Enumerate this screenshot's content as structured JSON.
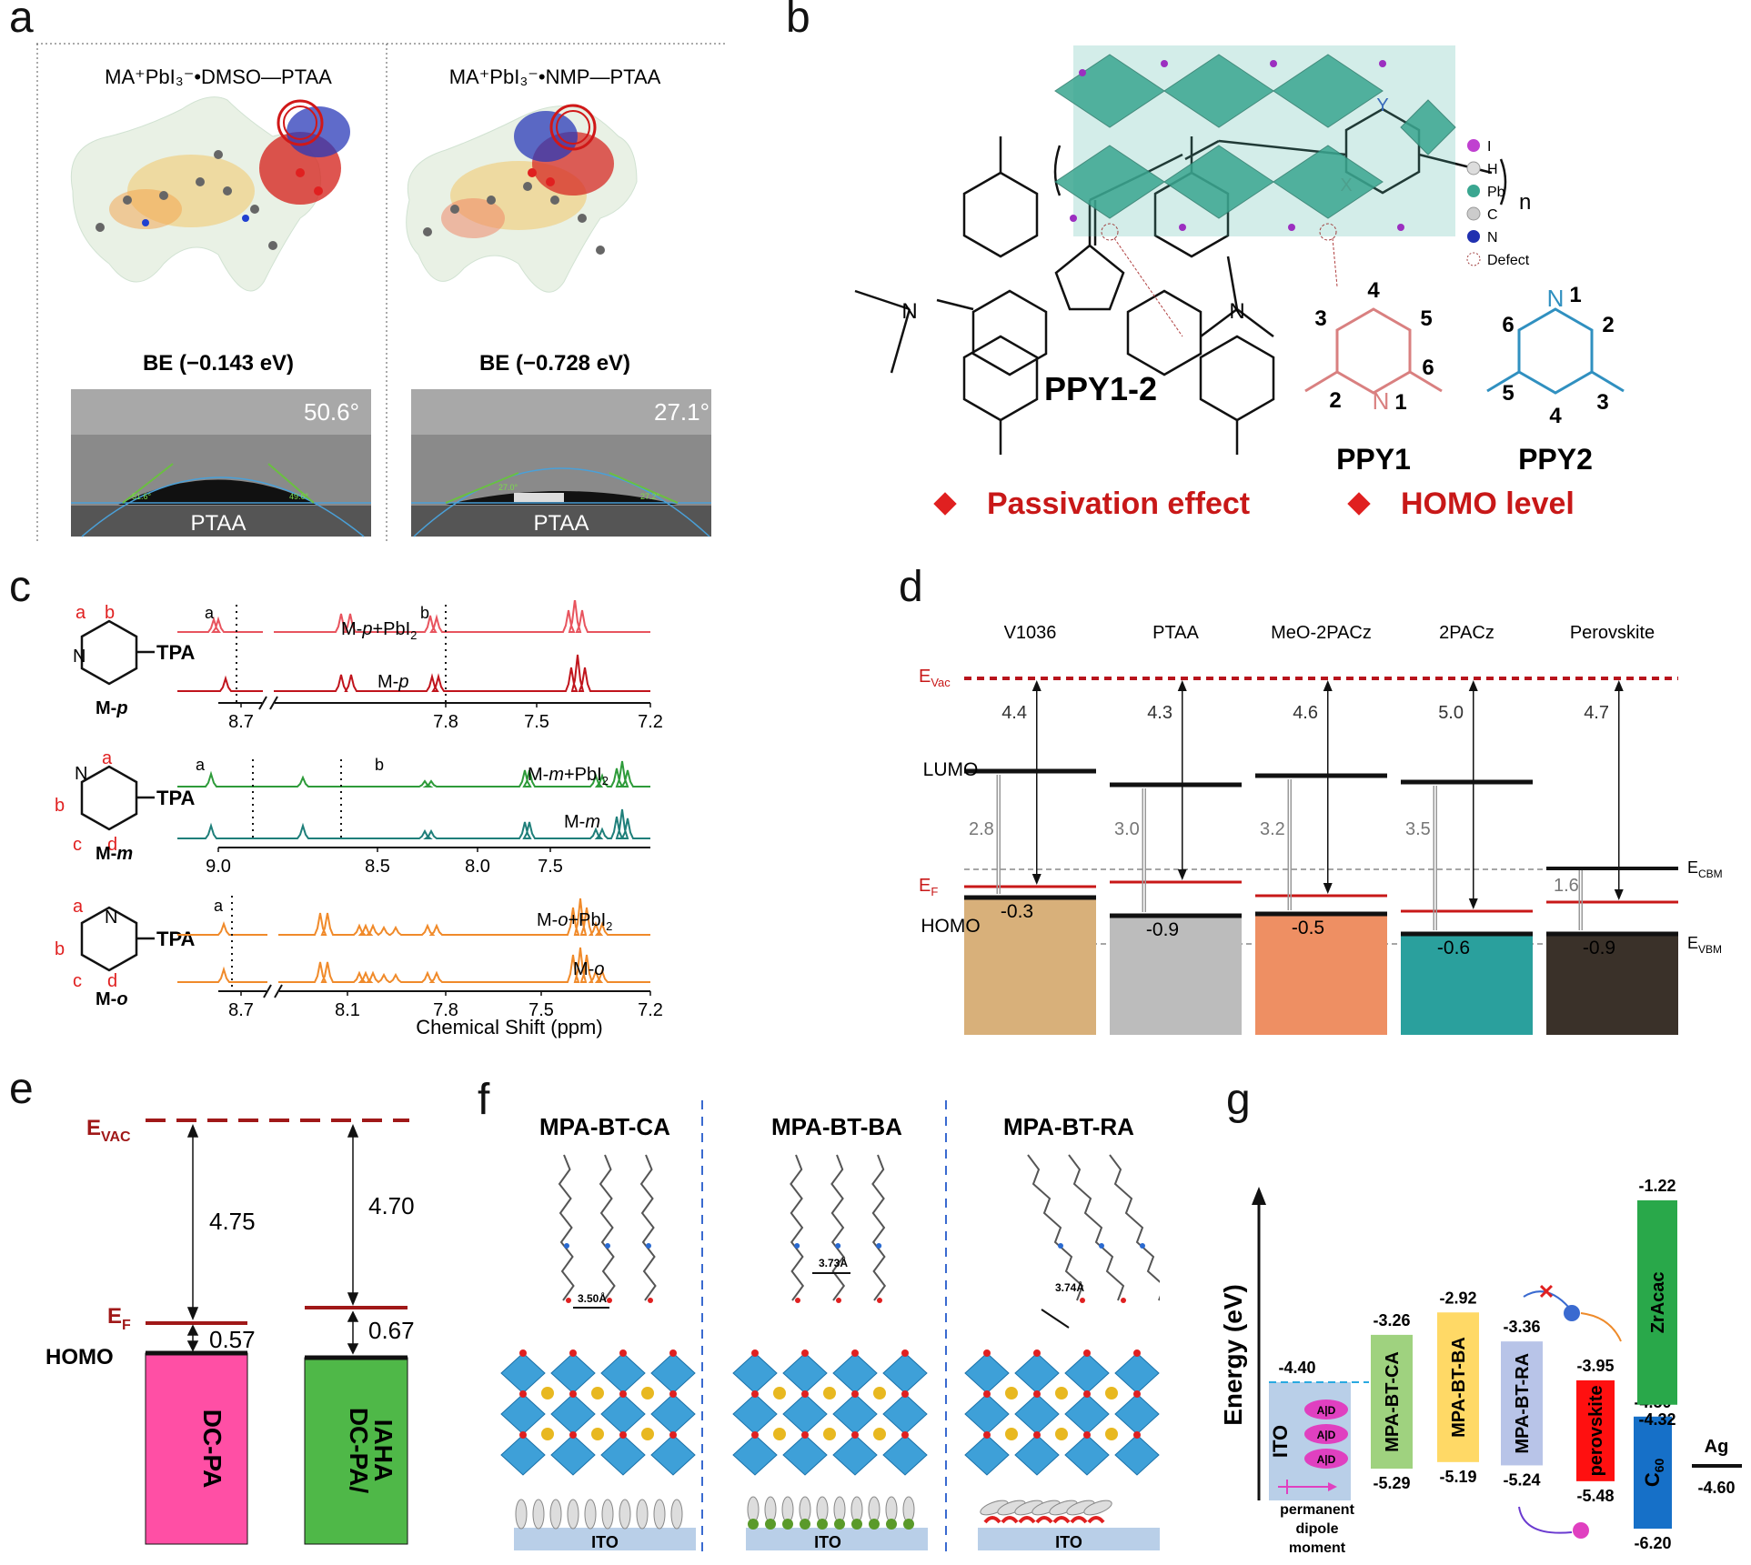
{
  "colors": {
    "dark_red": "#b00000",
    "red": "#c8102e",
    "pink": "#ff4fa5",
    "green": "#4fb848",
    "teal": "#2a9a9a",
    "orange": "#ee8a4a",
    "tan": "#d8b07a",
    "gray": "#bcbcbc",
    "dark": "#3a3129"
  },
  "a": {
    "letter": "a",
    "left_title": "MA⁺PbI₃⁻•DMSO—PTAA",
    "right_title": "MA⁺PbI₃⁻•NMP—PTAA",
    "left_be": "BE (−0.143 eV)",
    "right_be": "BE (−0.728 eV)",
    "left_angle": "50.6°",
    "right_angle": "27.1°",
    "left_small_l": "51.6°",
    "left_small_r": "49.6°",
    "right_small_l": "27.0°",
    "right_small_r": "27.2°",
    "substrate": "PTAA"
  },
  "b": {
    "letter": "b",
    "name": "PPY1-2",
    "ppy1": "PPY1",
    "ppy2": "PPY2",
    "n": "n",
    "x": "X",
    "y": "Y",
    "N": "N",
    "bullet1": "Passivation effect",
    "bullet2": "HOMO level",
    "legend": [
      "I",
      "H",
      "Pb",
      "C",
      "N",
      "Defect"
    ],
    "ppy1_nums": [
      "4",
      "3",
      "5",
      "6",
      "2",
      "1"
    ],
    "ppy2_nums": [
      "1",
      "6",
      "2",
      "5",
      "4",
      "3"
    ]
  },
  "c": {
    "letter": "c",
    "xlabel": "Chemical Shift (ppm)",
    "tpa": "TPA",
    "top": {
      "mol": "M-",
      "mol_it": "p",
      "lab1": "M-",
      "lab1_it": "p",
      "lab1_tail": "+PbI",
      "lab2": "M-",
      "lab2_it": "p",
      "ticks": [
        "8.7",
        "7.8",
        "7.5",
        "7.2"
      ],
      "peak_a": "a",
      "peak_b": "b"
    },
    "mid": {
      "mol": "M-",
      "mol_it": "m",
      "lab1": "M-",
      "lab1_it": "m",
      "lab1_tail": "+PbI",
      "lab2": "M-",
      "lab2_it": "m",
      "ticks": [
        "9.0",
        "8.5",
        "8.0",
        "7.5"
      ],
      "peak_a": "a",
      "peak_b": "b"
    },
    "bot": {
      "mol": "M-",
      "mol_it": "o",
      "lab1": "M-",
      "lab1_it": "o",
      "lab1_tail": "+PbI",
      "lab2": "M-",
      "lab2_it": "o",
      "ticks": [
        "8.7",
        "8.1",
        "7.8",
        "7.5",
        "7.2"
      ],
      "peak_a": "a"
    },
    "sub2": "2",
    "atom_labels": {
      "a": "a",
      "b": "b",
      "c": "c",
      "d": "d",
      "N": "N"
    }
  },
  "d": {
    "letter": "d",
    "columns": [
      "V1036",
      "PTAA",
      "MeO-2PACz",
      "2PACz",
      "Perovskite"
    ],
    "evac": "E",
    "evac_sub": "Vac",
    "ef": "E",
    "ef_sub": "F",
    "ecbm": "E",
    "ecbm_sub": "CBM",
    "evbm": "E",
    "evbm_sub": "VBM",
    "lumo": "LUMO",
    "homo": "HOMO",
    "wf": [
      "4.4",
      "4.3",
      "4.6",
      "5.0",
      "4.7"
    ],
    "gaps": [
      "2.8",
      "3.0",
      "3.2",
      "3.5",
      "1.6"
    ],
    "offsets": [
      "-0.3",
      "-0.9",
      "-0.5",
      "-0.6",
      "-0.9"
    ]
  },
  "e": {
    "letter": "e",
    "evac": "E",
    "evac_sub": "VAC",
    "ef": "E",
    "ef_sub": "F",
    "homo": "HOMO",
    "wf1": "4.75",
    "wf2": "4.70",
    "gap1": "0.57",
    "gap2": "0.67",
    "bar1": "DC-PA",
    "bar2a": "DC-PA/",
    "bar2b": "IAHA"
  },
  "f": {
    "letter": "f",
    "titles": [
      "MPA-BT-CA",
      "MPA-BT-BA",
      "MPA-BT-RA"
    ],
    "distances": [
      "3.50Å",
      "3.73Å",
      "3.74Å"
    ],
    "substrate": "ITO"
  },
  "g": {
    "letter": "g",
    "ylabel": "Energy (eV)",
    "ito": "ITO",
    "ito_top": "-4.40",
    "dipole": [
      "permanent",
      "dipole",
      "moment"
    ],
    "ad": "A|D",
    "bars": [
      {
        "name": "MPA-BT-CA",
        "top": "-3.26",
        "bot": "-5.29"
      },
      {
        "name": "MPA-BT-BA",
        "top": "-2.92",
        "bot": "-5.19"
      },
      {
        "name": "MPA-BT-RA",
        "top": "-3.36",
        "bot": "-5.24"
      },
      {
        "name": "perovskite",
        "top": "-3.95",
        "bot": "-5.48"
      },
      {
        "name": "C",
        "name_sub": "60",
        "top": "-4.50",
        "bot": "-6.20"
      },
      {
        "name": "ZrAcac",
        "top": "-1.22",
        "bot": "-4.32"
      }
    ],
    "ag": "Ag",
    "ag_val": "-4.60"
  }
}
